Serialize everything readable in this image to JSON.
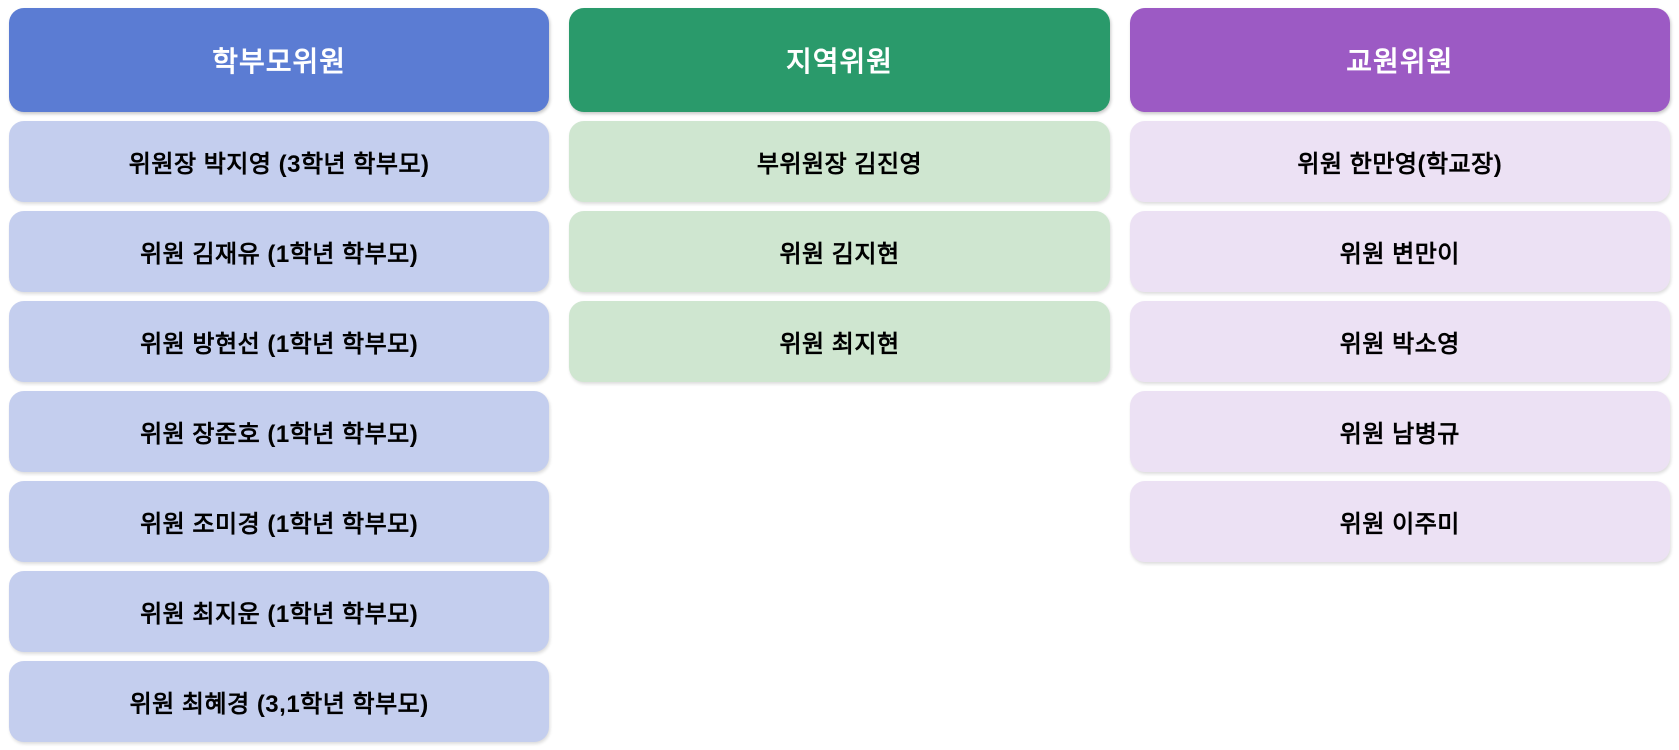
{
  "diagram": {
    "columns": [
      {
        "id": "parent-members",
        "header": "학부모위원",
        "colors": {
          "header_bg": "#5B7CD3",
          "header_text": "#FFFFFF",
          "item_bg": "#C4CEEE",
          "item_text": "#000000"
        },
        "members": [
          "위원장 박지영 (3학년 학부모)",
          "위원 김재유 (1학년 학부모)",
          "위원 방현선 (1학년 학부모)",
          "위원 장준호 (1학년 학부모)",
          "위원 조미경 (1학년 학부모)",
          "위원 최지운 (1학년 학부모)",
          "위원 최혜경 (3,1학년 학부모)"
        ]
      },
      {
        "id": "community-members",
        "header": "지역위원",
        "colors": {
          "header_bg": "#2A9A6B",
          "header_text": "#FFFFFF",
          "item_bg": "#CFE6D0",
          "item_text": "#000000"
        },
        "members": [
          "부위원장 김진영",
          "위원 김지현",
          "위원 최지현"
        ]
      },
      {
        "id": "teacher-members",
        "header": "교원위원",
        "colors": {
          "header_bg": "#9C5AC4",
          "header_text": "#FFFFFF",
          "item_bg": "#ECE1F4",
          "item_text": "#000000"
        },
        "members": [
          "위원 한만영(학교장)",
          "위원 변만이",
          "위원 박소영",
          "위원 남병규",
          "위원 이주미"
        ]
      }
    ]
  }
}
